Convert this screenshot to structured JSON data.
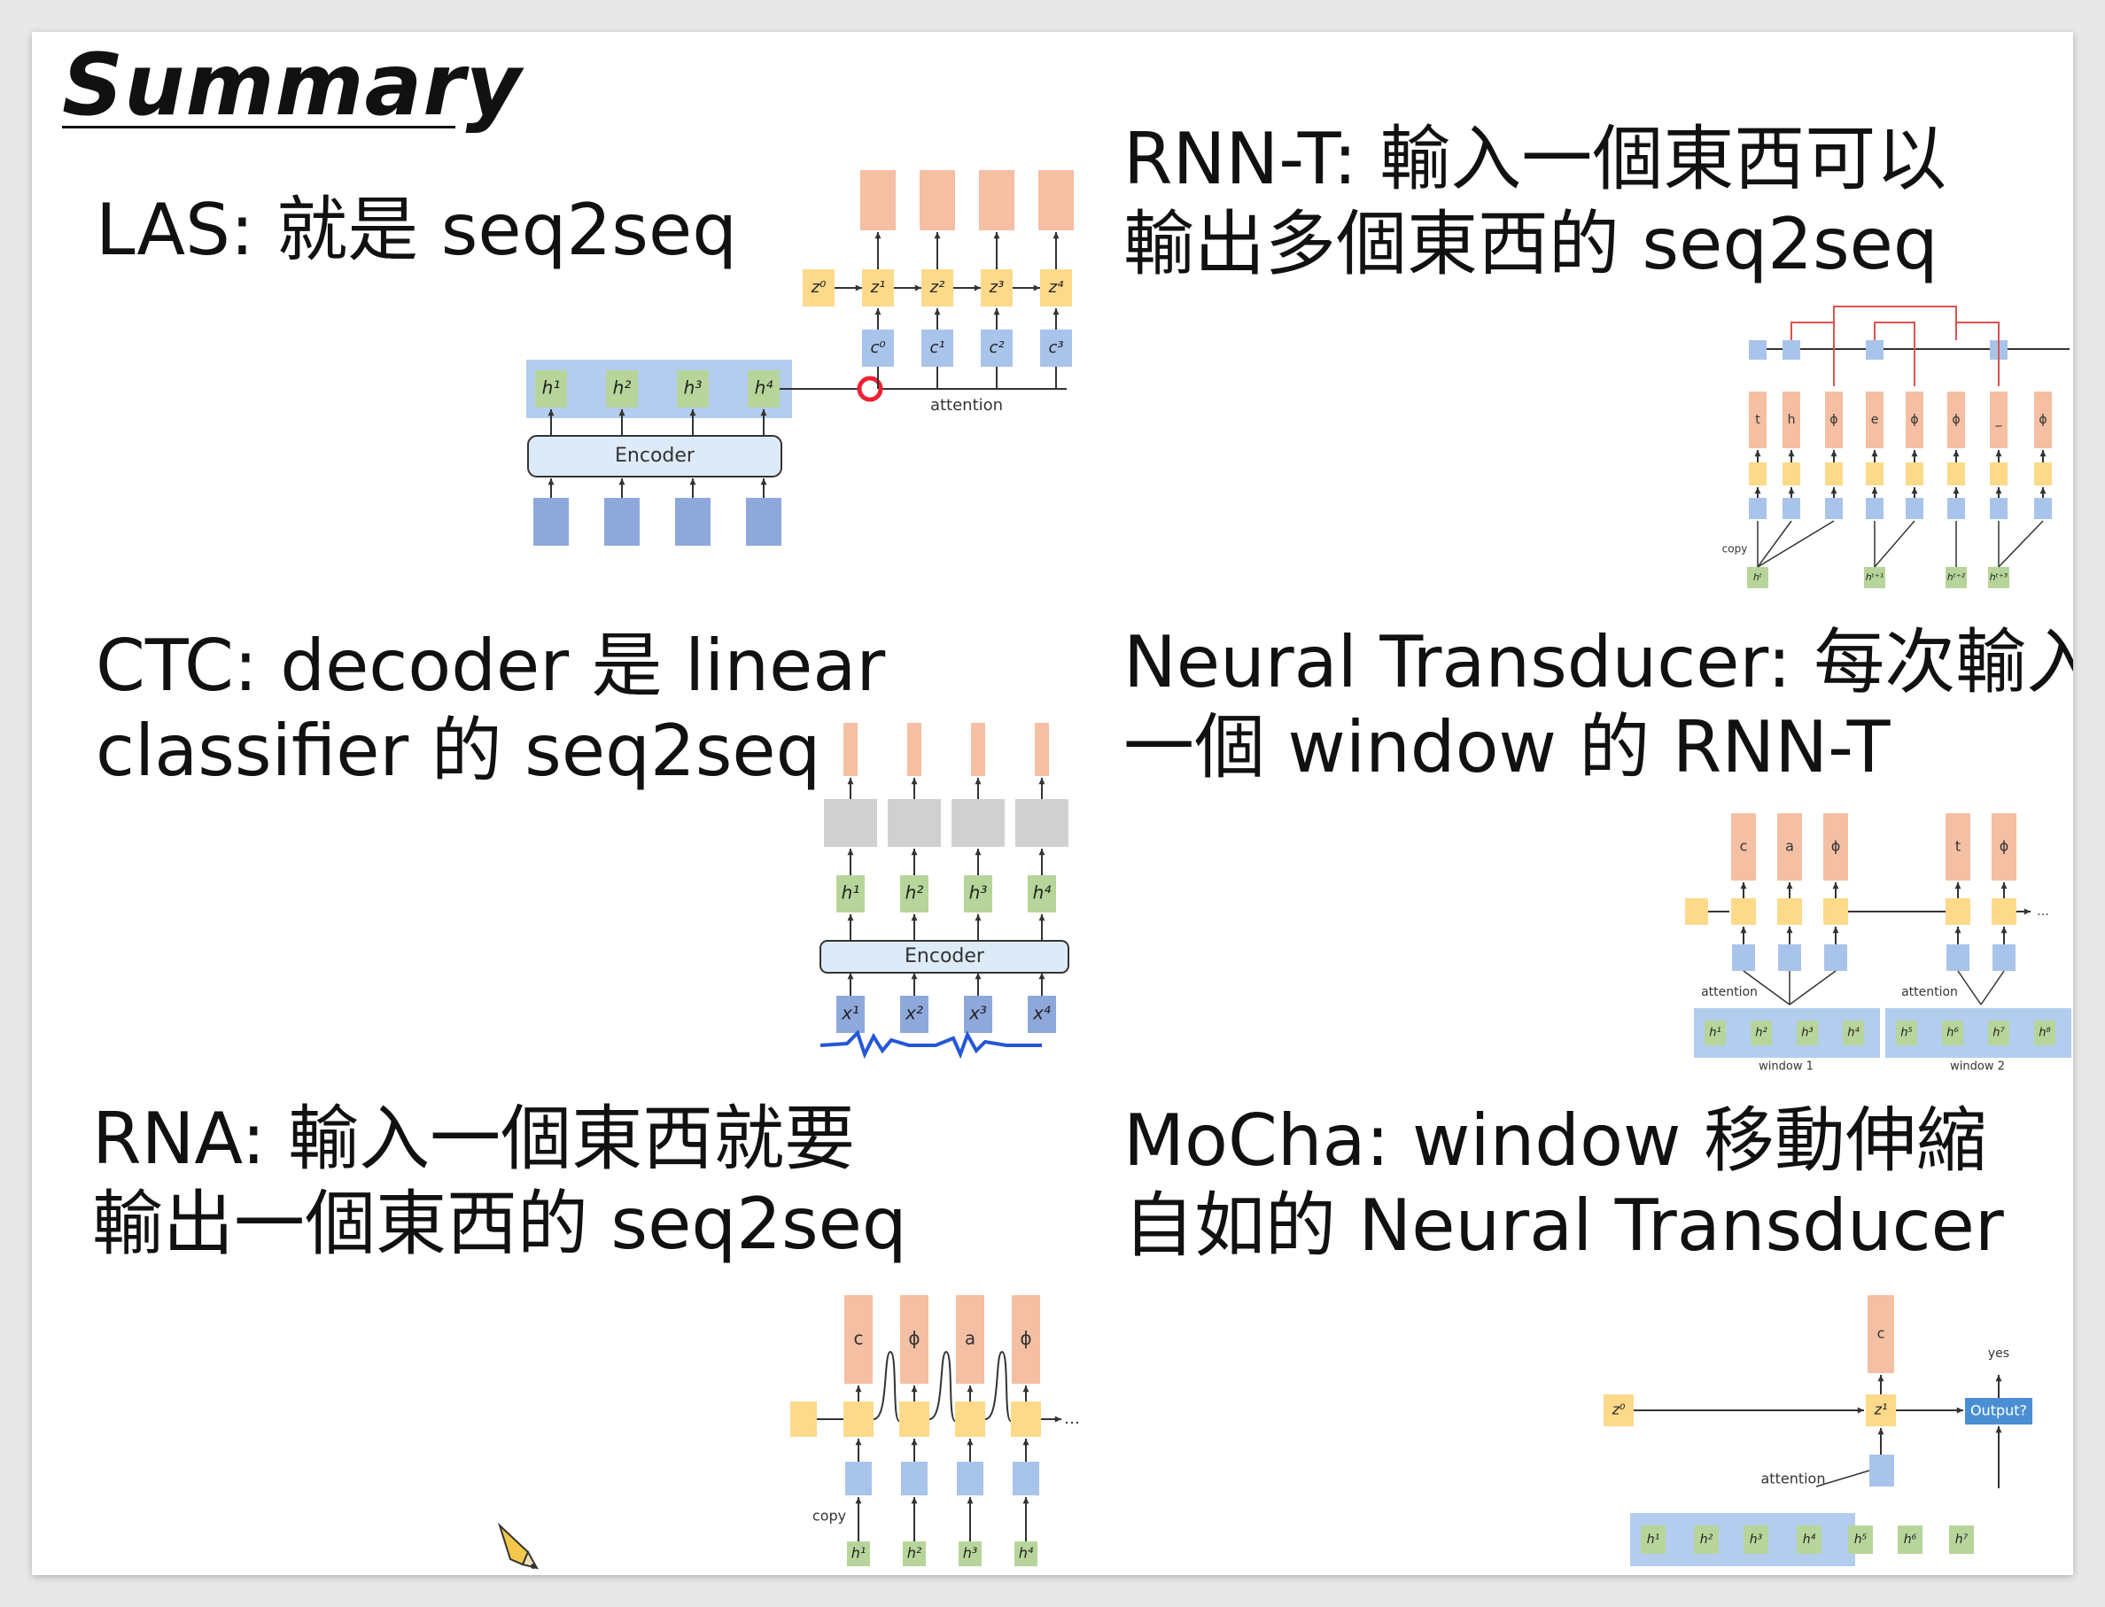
{
  "slide_title": "Summary",
  "sections": {
    "las": "LAS: 就是 seq2seq",
    "ctc_line1": "CTC: decoder 是 linear",
    "ctc_line2": "classifier 的 seq2seq",
    "rna_line1": "RNA: 輸入一個東西就要",
    "rna_line2": "輸出一個東西的 seq2seq",
    "rnnt_line1": "RNN-T: 輸入一個東西可以",
    "rnnt_line2": "輸出多個東西的 seq2seq",
    "nt_line1": "Neural Transducer: 每次輸入",
    "nt_line2": "一個 window 的 RNN-T",
    "mocha_line1": "MoCha: window 移動伸縮",
    "mocha_line2": "自如的 Neural Transducer"
  },
  "diagrams": {
    "las": {
      "encoder": "Encoder",
      "attention": "attention",
      "h": [
        "h¹",
        "h²",
        "h³",
        "h⁴"
      ],
      "z": [
        "z⁰",
        "z¹",
        "z²",
        "z³",
        "z⁴"
      ],
      "c": [
        "c⁰",
        "c¹",
        "c²",
        "c³"
      ]
    },
    "ctc": {
      "encoder": "Encoder",
      "h": [
        "h¹",
        "h²",
        "h³",
        "h⁴"
      ],
      "x": [
        "x¹",
        "x²",
        "x³",
        "x⁴"
      ]
    },
    "rna": {
      "outputs": [
        "c",
        "ϕ",
        "a",
        "ϕ"
      ],
      "copy": "copy",
      "ellipsis": "…",
      "h": [
        "h¹",
        "h²",
        "h³",
        "h⁴"
      ]
    },
    "rnnt": {
      "outputs": [
        "t",
        "h",
        "ϕ",
        "e",
        "ϕ",
        "ϕ",
        "_",
        "ϕ"
      ],
      "copy": "copy",
      "h": [
        "hᵗ",
        "hᵗ⁺¹",
        "hᵗ⁺²",
        "hᵗ⁺³"
      ]
    },
    "nt": {
      "outputs_w1": [
        "c",
        "a",
        "ϕ"
      ],
      "outputs_w2": [
        "t",
        "ϕ"
      ],
      "attention": "attention",
      "ellipsis": "…",
      "h": [
        "h¹",
        "h²",
        "h³",
        "h⁴",
        "h⁵",
        "h⁶",
        "h⁷",
        "h⁸"
      ],
      "window1": "window 1",
      "window2": "window 2"
    },
    "mocha": {
      "output": "c",
      "yes": "yes",
      "output_q": "Output?",
      "z0": "z⁰",
      "z1": "z¹",
      "attention": "attention",
      "h": [
        "h¹",
        "h²",
        "h³",
        "h⁴",
        "h⁵",
        "h⁶",
        "h⁷"
      ]
    }
  },
  "colors": {
    "output_box": "#f4bfa3",
    "decoder_box": "#fdd98a",
    "context_box": "#a9c4ea",
    "hidden_box": "#b7d59a",
    "input_box": "#8ea8dc",
    "classifier_box": "#d0d0d0",
    "encoder_bar": "#b3cdef",
    "rnnt_loop": "#d9534f",
    "mocha_output": "#4a8fd4"
  }
}
